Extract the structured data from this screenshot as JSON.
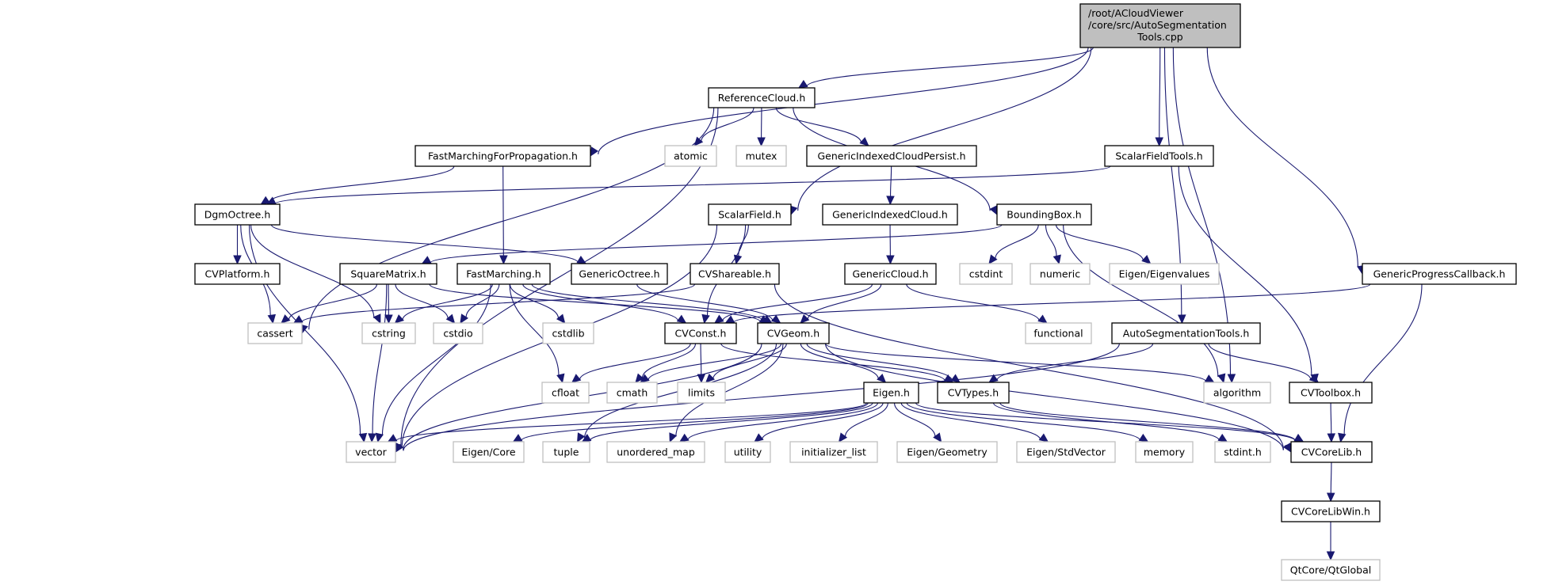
{
  "title": "Include dependency graph for AutoSegmentationTools.cpp",
  "colors": {
    "edge": "#191970",
    "root_fill": "#bfbfbf",
    "local_border": "#000000",
    "system_border": "#bfbfbf"
  },
  "nodes": [
    {
      "id": "root",
      "kind": "root",
      "lines": [
        "/root/ACloudViewer",
        "/core/src/AutoSegmentation",
        "Tools.cpp"
      ]
    },
    {
      "id": "ReferenceCloud",
      "kind": "local",
      "label": "ReferenceCloud.h"
    },
    {
      "id": "FastMarchingForPropagation",
      "kind": "local",
      "label": "FastMarchingForPropagation.h"
    },
    {
      "id": "atomic",
      "kind": "system",
      "label": "atomic"
    },
    {
      "id": "mutex",
      "kind": "system",
      "label": "mutex"
    },
    {
      "id": "GenericIndexedCloudPersist",
      "kind": "local",
      "label": "GenericIndexedCloudPersist.h"
    },
    {
      "id": "ScalarFieldTools",
      "kind": "local",
      "label": "ScalarFieldTools.h"
    },
    {
      "id": "DgmOctree",
      "kind": "local",
      "label": "DgmOctree.h"
    },
    {
      "id": "ScalarField",
      "kind": "local",
      "label": "ScalarField.h"
    },
    {
      "id": "GenericIndexedCloud",
      "kind": "local",
      "label": "GenericIndexedCloud.h"
    },
    {
      "id": "BoundingBox",
      "kind": "local",
      "label": "BoundingBox.h"
    },
    {
      "id": "CVPlatform",
      "kind": "local",
      "label": "CVPlatform.h"
    },
    {
      "id": "SquareMatrix",
      "kind": "local",
      "label": "SquareMatrix.h"
    },
    {
      "id": "FastMarching",
      "kind": "local",
      "label": "FastMarching.h"
    },
    {
      "id": "GenericOctree",
      "kind": "local",
      "label": "GenericOctree.h"
    },
    {
      "id": "CVShareable",
      "kind": "local",
      "label": "CVShareable.h"
    },
    {
      "id": "GenericCloud",
      "kind": "local",
      "label": "GenericCloud.h"
    },
    {
      "id": "cstdint",
      "kind": "system",
      "label": "cstdint"
    },
    {
      "id": "numeric",
      "kind": "system",
      "label": "numeric"
    },
    {
      "id": "EigenEigenvalues",
      "kind": "system",
      "label": "Eigen/Eigenvalues"
    },
    {
      "id": "GenericProgressCallback",
      "kind": "local",
      "label": "GenericProgressCallback.h"
    },
    {
      "id": "cassert",
      "kind": "system",
      "label": "cassert"
    },
    {
      "id": "cstring",
      "kind": "system",
      "label": "cstring"
    },
    {
      "id": "cstdio",
      "kind": "system",
      "label": "cstdio"
    },
    {
      "id": "cstdlib",
      "kind": "system",
      "label": "cstdlib"
    },
    {
      "id": "CVConst",
      "kind": "local",
      "label": "CVConst.h"
    },
    {
      "id": "CVGeom",
      "kind": "local",
      "label": "CVGeom.h"
    },
    {
      "id": "functional",
      "kind": "system",
      "label": "functional"
    },
    {
      "id": "AutoSegmentationTools",
      "kind": "local",
      "label": "AutoSegmentationTools.h"
    },
    {
      "id": "cfloat",
      "kind": "system",
      "label": "cfloat"
    },
    {
      "id": "cmath",
      "kind": "system",
      "label": "cmath"
    },
    {
      "id": "limits",
      "kind": "system",
      "label": "limits"
    },
    {
      "id": "Eigen",
      "kind": "local",
      "label": "Eigen.h"
    },
    {
      "id": "CVTypes",
      "kind": "local",
      "label": "CVTypes.h"
    },
    {
      "id": "algorithm",
      "kind": "system",
      "label": "algorithm"
    },
    {
      "id": "CVToolbox",
      "kind": "local",
      "label": "CVToolbox.h"
    },
    {
      "id": "vector",
      "kind": "system",
      "label": "vector"
    },
    {
      "id": "EigenCore",
      "kind": "system",
      "label": "Eigen/Core"
    },
    {
      "id": "tuple",
      "kind": "system",
      "label": "tuple"
    },
    {
      "id": "unordered_map",
      "kind": "system",
      "label": "unordered_map"
    },
    {
      "id": "utility",
      "kind": "system",
      "label": "utility"
    },
    {
      "id": "initializer_list",
      "kind": "system",
      "label": "initializer_list"
    },
    {
      "id": "EigenGeometry",
      "kind": "system",
      "label": "Eigen/Geometry"
    },
    {
      "id": "EigenStdVector",
      "kind": "system",
      "label": "Eigen/StdVector"
    },
    {
      "id": "memory",
      "kind": "system",
      "label": "memory"
    },
    {
      "id": "stdint",
      "kind": "system",
      "label": "stdint.h"
    },
    {
      "id": "CVCoreLib",
      "kind": "local",
      "label": "CVCoreLib.h"
    },
    {
      "id": "CVCoreLibWin",
      "kind": "local",
      "label": "CVCoreLibWin.h"
    },
    {
      "id": "QtGlobal",
      "kind": "system",
      "label": "QtCore/QtGlobal"
    }
  ],
  "edges": [
    [
      "root",
      "ReferenceCloud"
    ],
    [
      "root",
      "FastMarchingForPropagation"
    ],
    [
      "root",
      "ScalarField"
    ],
    [
      "root",
      "ScalarFieldTools"
    ],
    [
      "root",
      "AutoSegmentationTools"
    ],
    [
      "root",
      "GenericProgressCallback"
    ],
    [
      "root",
      "algorithm"
    ],
    [
      "ReferenceCloud",
      "atomic"
    ],
    [
      "ReferenceCloud",
      "mutex"
    ],
    [
      "ReferenceCloud",
      "GenericIndexedCloudPersist"
    ],
    [
      "ReferenceCloud",
      "BoundingBox"
    ],
    [
      "ReferenceCloud",
      "cassert"
    ],
    [
      "ReferenceCloud",
      "vector"
    ],
    [
      "FastMarchingForPropagation",
      "DgmOctree"
    ],
    [
      "FastMarchingForPropagation",
      "FastMarching"
    ],
    [
      "GenericIndexedCloudPersist",
      "GenericIndexedCloud"
    ],
    [
      "ScalarFieldTools",
      "DgmOctree"
    ],
    [
      "ScalarFieldTools",
      "CVToolbox"
    ],
    [
      "DgmOctree",
      "CVPlatform"
    ],
    [
      "DgmOctree",
      "GenericOctree"
    ],
    [
      "DgmOctree",
      "cassert"
    ],
    [
      "DgmOctree",
      "cstring"
    ],
    [
      "DgmOctree",
      "vector"
    ],
    [
      "ScalarField",
      "CVShareable"
    ],
    [
      "ScalarField",
      "CVConst"
    ],
    [
      "ScalarField",
      "vector"
    ],
    [
      "GenericIndexedCloud",
      "GenericCloud"
    ],
    [
      "BoundingBox",
      "SquareMatrix"
    ],
    [
      "BoundingBox",
      "cstdint"
    ],
    [
      "BoundingBox",
      "numeric"
    ],
    [
      "BoundingBox",
      "EigenEigenvalues"
    ],
    [
      "BoundingBox",
      "algorithm"
    ],
    [
      "SquareMatrix",
      "cassert"
    ],
    [
      "SquareMatrix",
      "cstring"
    ],
    [
      "SquareMatrix",
      "cstdio"
    ],
    [
      "SquareMatrix",
      "vector"
    ],
    [
      "SquareMatrix",
      "CVGeom"
    ],
    [
      "FastMarching",
      "cstring"
    ],
    [
      "FastMarching",
      "cstdio"
    ],
    [
      "FastMarching",
      "cstdlib"
    ],
    [
      "FastMarching",
      "cfloat"
    ],
    [
      "FastMarching",
      "vector"
    ],
    [
      "FastMarching",
      "CVConst"
    ],
    [
      "FastMarching",
      "CVGeom"
    ],
    [
      "GenericOctree",
      "CVGeom"
    ],
    [
      "CVShareable",
      "cassert"
    ],
    [
      "CVShareable",
      "CVCoreLib"
    ],
    [
      "GenericCloud",
      "CVConst"
    ],
    [
      "GenericCloud",
      "CVGeom"
    ],
    [
      "GenericCloud",
      "functional"
    ],
    [
      "GenericProgressCallback",
      "CVConst"
    ],
    [
      "GenericProgressCallback",
      "CVCoreLib"
    ],
    [
      "CVConst",
      "cfloat"
    ],
    [
      "CVConst",
      "cmath"
    ],
    [
      "CVConst",
      "limits"
    ],
    [
      "CVConst",
      "CVTypes"
    ],
    [
      "CVGeom",
      "cmath"
    ],
    [
      "CVGeom",
      "limits"
    ],
    [
      "CVGeom",
      "Eigen"
    ],
    [
      "CVGeom",
      "CVTypes"
    ],
    [
      "CVGeom",
      "algorithm"
    ],
    [
      "CVGeom",
      "vector"
    ],
    [
      "CVGeom",
      "unordered_map"
    ],
    [
      "CVGeom",
      "tuple"
    ],
    [
      "CVGeom",
      "CVCoreLib"
    ],
    [
      "AutoSegmentationTools",
      "CVTypes"
    ],
    [
      "AutoSegmentationTools",
      "CVToolbox"
    ],
    [
      "AutoSegmentationTools",
      "vector"
    ],
    [
      "Eigen",
      "vector"
    ],
    [
      "Eigen",
      "EigenCore"
    ],
    [
      "Eigen",
      "tuple"
    ],
    [
      "Eigen",
      "unordered_map"
    ],
    [
      "Eigen",
      "utility"
    ],
    [
      "Eigen",
      "initializer_list"
    ],
    [
      "Eigen",
      "EigenGeometry"
    ],
    [
      "Eigen",
      "EigenStdVector"
    ],
    [
      "Eigen",
      "memory"
    ],
    [
      "Eigen",
      "CVCoreLib"
    ],
    [
      "CVTypes",
      "stdint"
    ],
    [
      "CVTypes",
      "CVCoreLib"
    ],
    [
      "CVToolbox",
      "CVCoreLib"
    ],
    [
      "CVCoreLib",
      "CVCoreLibWin"
    ],
    [
      "CVCoreLibWin",
      "QtGlobal"
    ]
  ]
}
